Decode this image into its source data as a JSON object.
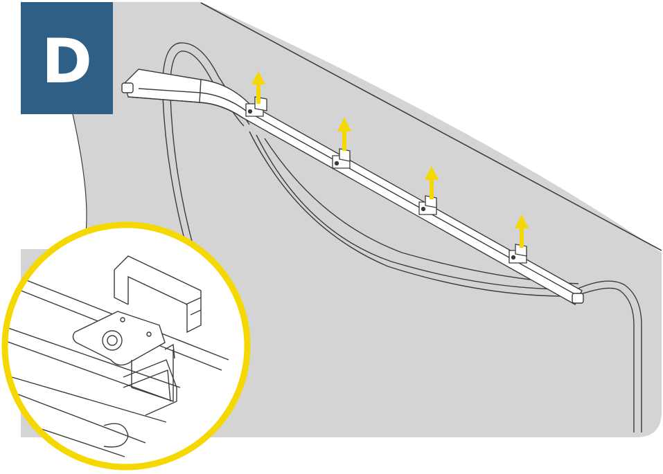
{
  "step": {
    "label": "D"
  },
  "colors": {
    "panel_background": "#d4d4d4",
    "wall_light": "#ffffff",
    "badge_background": "#2e5f86",
    "arrow_yellow": "#f5d800",
    "magnifier_ring": "#f5d800",
    "line_art": "#3a3a3a"
  },
  "icons": {
    "lift_arrow": "arrow-up-icon",
    "magnifier": "zoom-detail-circle"
  },
  "clip_count": 4
}
